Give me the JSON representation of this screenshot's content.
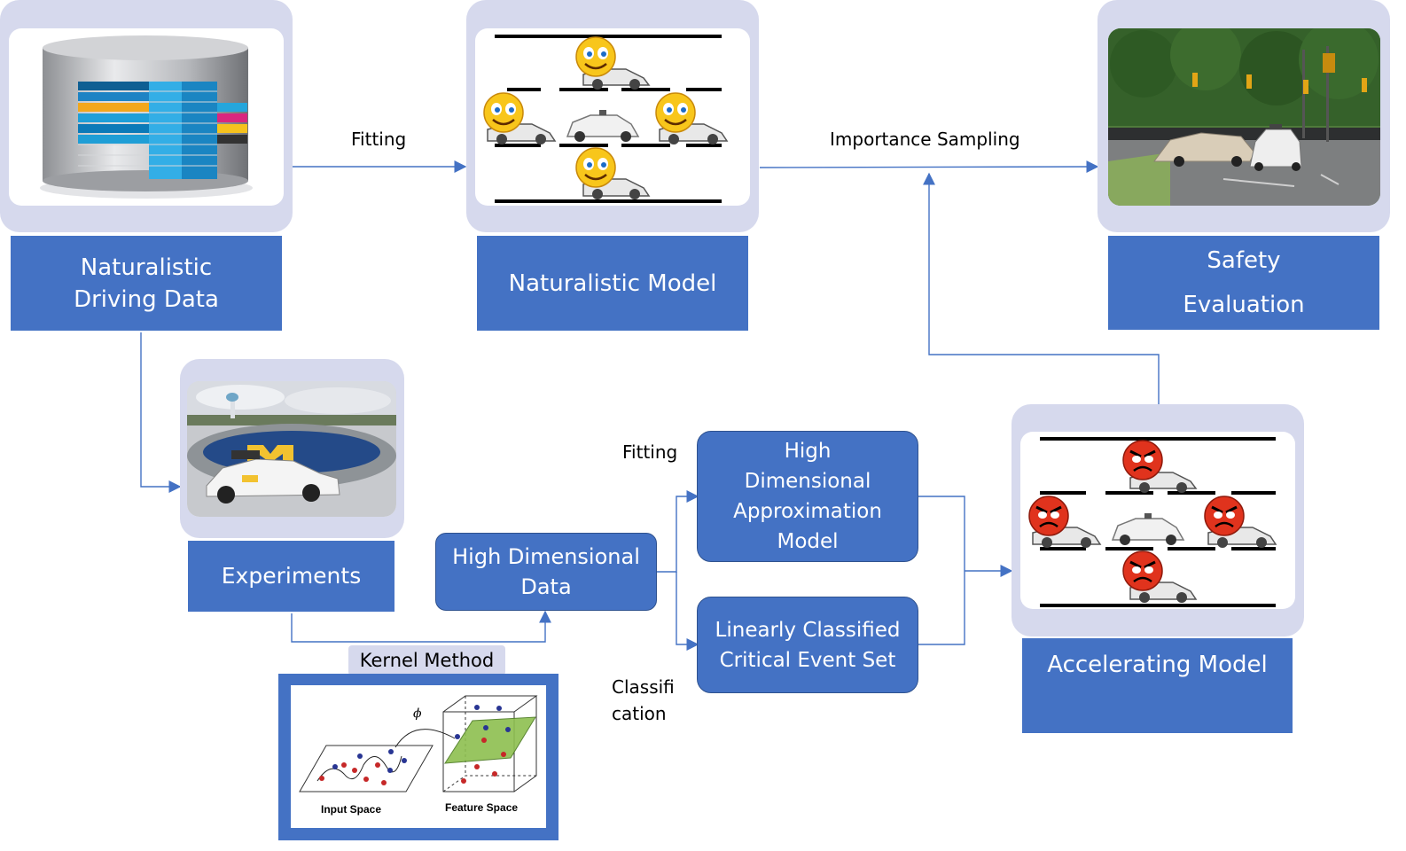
{
  "nodes": {
    "naturalistic_data": "Naturalistic Driving Data",
    "naturalistic_model": "Naturalistic Model",
    "safety_line1": "Safety",
    "safety_line2": "Evaluation",
    "experiments": "Experiments",
    "high_dim_data": "High Dimensional Data",
    "high_dim_approx": "High Dimensional Approximation Model",
    "linearly_classified": "Linearly Classified Critical Event Set",
    "accelerating_model": "Accelerating Model",
    "kernel_method": "Kernel Method"
  },
  "edge_labels": {
    "fitting_top": "Fitting",
    "importance_sampling": "Importance Sampling",
    "fitting_mid": "Fitting",
    "classification_1": "Classifi",
    "classification_2": "cation"
  },
  "kernel_figure": {
    "phi": "ϕ",
    "input_space": "Input Space",
    "feature_space": "Feature Space"
  },
  "colors": {
    "box_blue": "#4472c4",
    "frame_lavender": "#d6d9ed",
    "arrow_blue": "#4472c4"
  }
}
